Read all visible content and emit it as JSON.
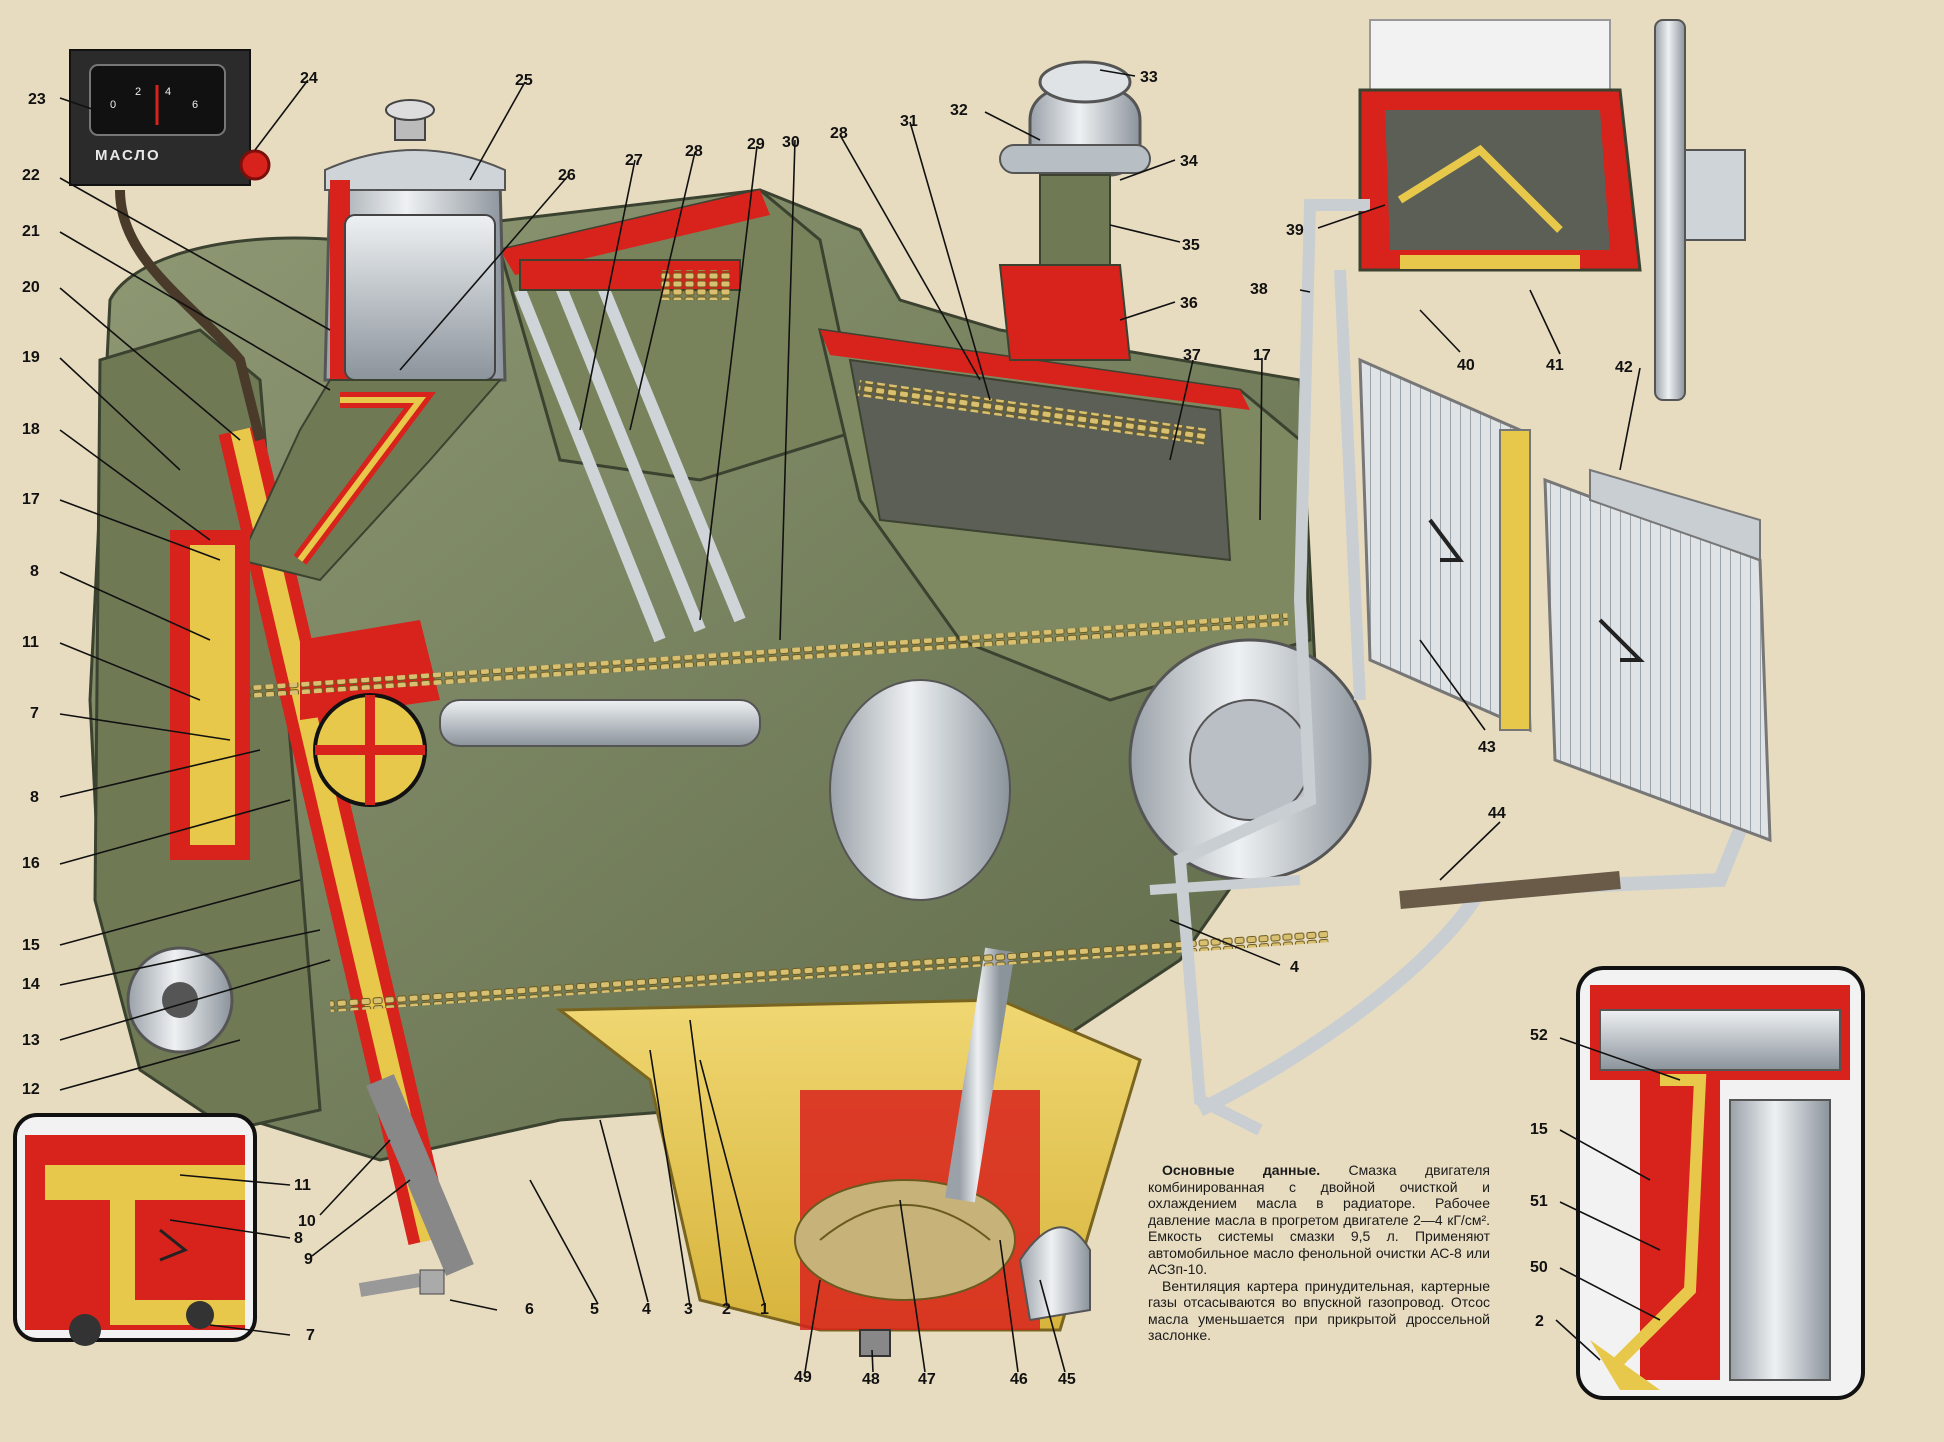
{
  "gauge": {
    "label": "МАСЛО",
    "ticks": [
      "0",
      "2",
      "4",
      "6"
    ]
  },
  "caption": {
    "heading": "Основные данные.",
    "paragraph1": "Смазка двигателя комбинированная с двойной очисткой и охлаждением масла в радиаторе. Рабочее давление масла в прогретом двигателе 2—4 кГ/см². Емкость системы смазки 9,5 л. Применяют автомобильное масло фенольной очистки АС-8 или АСЗп-10.",
    "paragraph2": "Вентиляция картера принудительная, картерные газы отсасываются во впускной газопровод. Отсос масла уменьшается при прикрытой дроссельной заслонке."
  },
  "callouts": [
    {
      "id": "c23",
      "label": "23"
    },
    {
      "id": "c24",
      "label": "24"
    },
    {
      "id": "c25",
      "label": "25"
    },
    {
      "id": "c26",
      "label": "26"
    },
    {
      "id": "c27",
      "label": "27"
    },
    {
      "id": "c28a",
      "label": "28"
    },
    {
      "id": "c29",
      "label": "29"
    },
    {
      "id": "c30",
      "label": "30"
    },
    {
      "id": "c28b",
      "label": "28"
    },
    {
      "id": "c31",
      "label": "31"
    },
    {
      "id": "c32",
      "label": "32"
    },
    {
      "id": "c33",
      "label": "33"
    },
    {
      "id": "c34",
      "label": "34"
    },
    {
      "id": "c35",
      "label": "35"
    },
    {
      "id": "c36",
      "label": "36"
    },
    {
      "id": "c37",
      "label": "37"
    },
    {
      "id": "c17b",
      "label": "17"
    },
    {
      "id": "c38",
      "label": "38"
    },
    {
      "id": "c39",
      "label": "39"
    },
    {
      "id": "c40",
      "label": "40"
    },
    {
      "id": "c41",
      "label": "41"
    },
    {
      "id": "c42",
      "label": "42"
    },
    {
      "id": "c43",
      "label": "43"
    },
    {
      "id": "c44",
      "label": "44"
    },
    {
      "id": "c4b",
      "label": "4"
    },
    {
      "id": "c22",
      "label": "22"
    },
    {
      "id": "c21",
      "label": "21"
    },
    {
      "id": "c20",
      "label": "20"
    },
    {
      "id": "c19",
      "label": "19"
    },
    {
      "id": "c18",
      "label": "18"
    },
    {
      "id": "c17a",
      "label": "17"
    },
    {
      "id": "c8a",
      "label": "8"
    },
    {
      "id": "c11a",
      "label": "11"
    },
    {
      "id": "c7a",
      "label": "7"
    },
    {
      "id": "c8b",
      "label": "8"
    },
    {
      "id": "c16",
      "label": "16"
    },
    {
      "id": "c15a",
      "label": "15"
    },
    {
      "id": "c14",
      "label": "14"
    },
    {
      "id": "c13",
      "label": "13"
    },
    {
      "id": "c12",
      "label": "12"
    },
    {
      "id": "c11b",
      "label": "11"
    },
    {
      "id": "c8c",
      "label": "8"
    },
    {
      "id": "c7b",
      "label": "7"
    },
    {
      "id": "c10",
      "label": "10"
    },
    {
      "id": "c9",
      "label": "9"
    },
    {
      "id": "c6",
      "label": "6"
    },
    {
      "id": "c5",
      "label": "5"
    },
    {
      "id": "c4a",
      "label": "4"
    },
    {
      "id": "c3",
      "label": "3"
    },
    {
      "id": "c2a",
      "label": "2"
    },
    {
      "id": "c1",
      "label": "1"
    },
    {
      "id": "c49",
      "label": "49"
    },
    {
      "id": "c48",
      "label": "48"
    },
    {
      "id": "c47",
      "label": "47"
    },
    {
      "id": "c46",
      "label": "46"
    },
    {
      "id": "c45",
      "label": "45"
    },
    {
      "id": "c52",
      "label": "52"
    },
    {
      "id": "c15b",
      "label": "15"
    },
    {
      "id": "c51",
      "label": "51"
    },
    {
      "id": "c50",
      "label": "50"
    },
    {
      "id": "c2b",
      "label": "2"
    }
  ],
  "colors": {
    "background": "#e8dcc0",
    "engine_green": "#7d8763",
    "engine_dark": "#4e5640",
    "section_red": "#d8221c",
    "oil_yellow": "#e8c84a",
    "metal_light": "#d9dde0",
    "metal_dark": "#7f8790",
    "leader": "#111111"
  }
}
